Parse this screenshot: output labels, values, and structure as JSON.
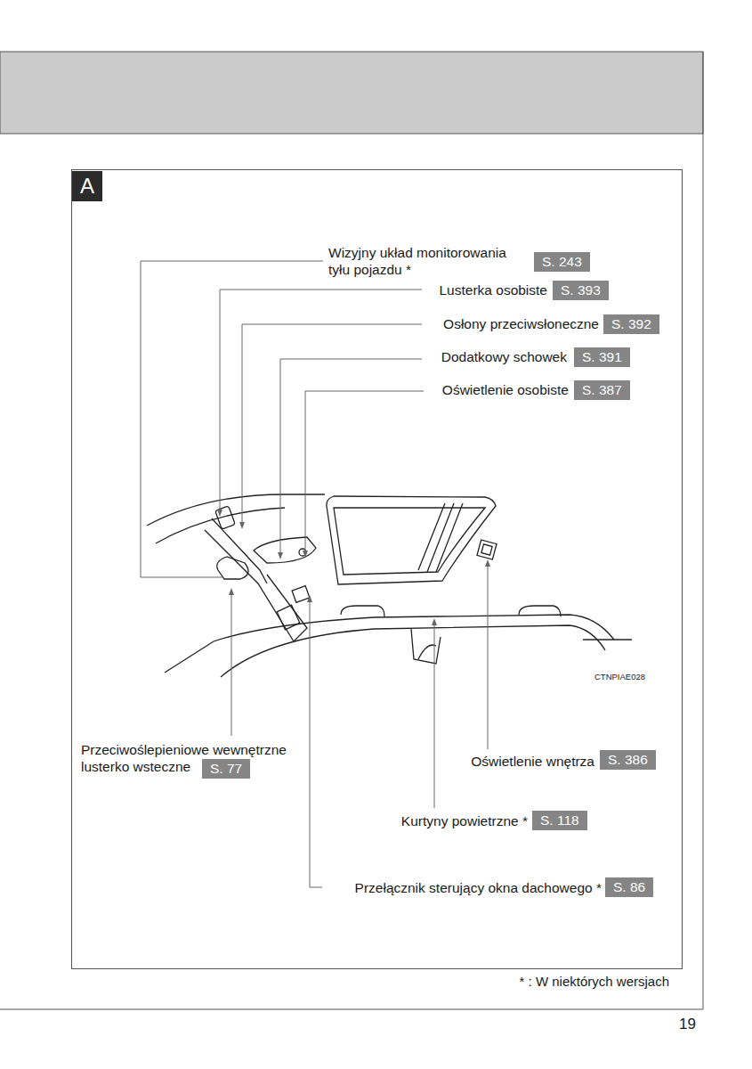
{
  "diagram": {
    "nodes": [
      {
        "text": [
          "A"
        ]
      },
      {
        "text": [
          "S. 243"
        ]
      },
      {
        "text": [
          "S. 393"
        ]
      },
      {
        "text": [
          "S. 392"
        ]
      },
      {
        "text": [
          "S. 391"
        ]
      },
      {
        "text": [
          "S. 387"
        ]
      },
      {
        "text": [
          "S. 77"
        ]
      },
      {
        "text": [
          "S. 386"
        ]
      },
      {
        "text": [
          "S. 118"
        ]
      },
      {
        "text": [
          "S. 86"
        ]
      }
    ],
    "labels": [
      "Wizyjny układ monitorowania tyłu pojazdu *",
      "Lusterka osobiste",
      "Osłony przeciwsłoneczne",
      "Dodatkowy schowek",
      "Oświetlenie osobiste",
      "Przeciwoślepieniowe wewnętrzne lusterko wsteczne",
      "Oświetlenie wnętrza",
      "Kurtyny powietrzne *",
      "Przełącznik sterujący okna dachowego *",
      "CTNPIAE028",
      "* : W niektórych wersjach",
      "19"
    ]
  }
}
